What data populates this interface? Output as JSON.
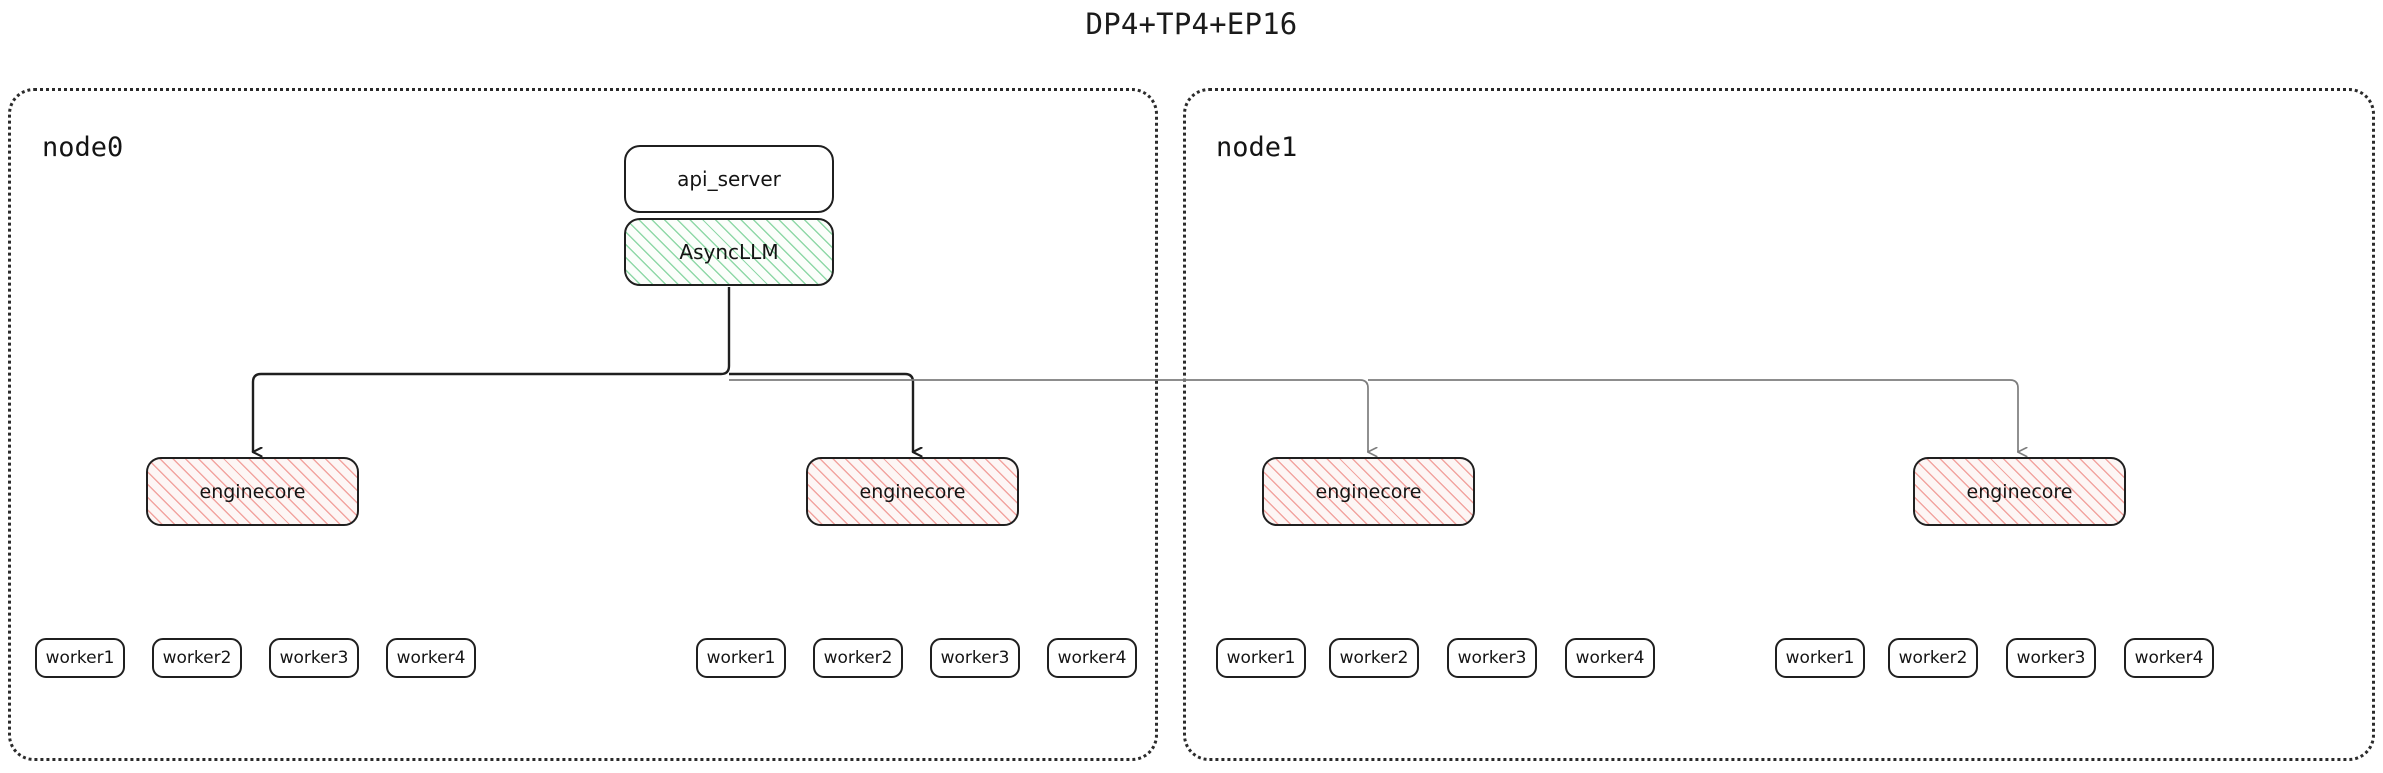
{
  "title": "DP4+TP4+EP16",
  "colors": {
    "stroke_dark": "#1f1f1f",
    "stroke_light": "#7d7d7d",
    "hatch_green": "#89d6a3",
    "hatch_pink": "#f09691",
    "fill_green": "#fbfefb",
    "fill_pink": "#fdf6f5",
    "node_border": "#2b2b2b",
    "background": "#ffffff"
  },
  "nodes": [
    {
      "id": "node0",
      "label": "node0",
      "top_boxes": [
        {
          "id": "api_server",
          "label": "api_server",
          "style": "plain"
        },
        {
          "id": "asyncllm",
          "label": "AsyncLLM",
          "style": "green-hatch"
        }
      ],
      "enginecores": [
        {
          "label": "enginecore",
          "workers": [
            "worker1",
            "worker2",
            "worker3",
            "worker4"
          ]
        },
        {
          "label": "enginecore",
          "workers": [
            "worker1",
            "worker2",
            "worker3",
            "worker4"
          ]
        }
      ]
    },
    {
      "id": "node1",
      "label": "node1",
      "top_boxes": [],
      "enginecores": [
        {
          "label": "enginecore",
          "workers": [
            "worker1",
            "worker2",
            "worker3",
            "worker4"
          ]
        },
        {
          "label": "enginecore",
          "workers": [
            "worker1",
            "worker2",
            "worker3",
            "worker4"
          ]
        }
      ]
    }
  ],
  "connectors": {
    "description": "AsyncLLM fans out to four enginecore processes; two local on node0 drawn dark, two remote on node1 drawn light gray",
    "local_arrow_color": "#1f1f1f",
    "remote_arrow_color": "#7d7d7d"
  }
}
